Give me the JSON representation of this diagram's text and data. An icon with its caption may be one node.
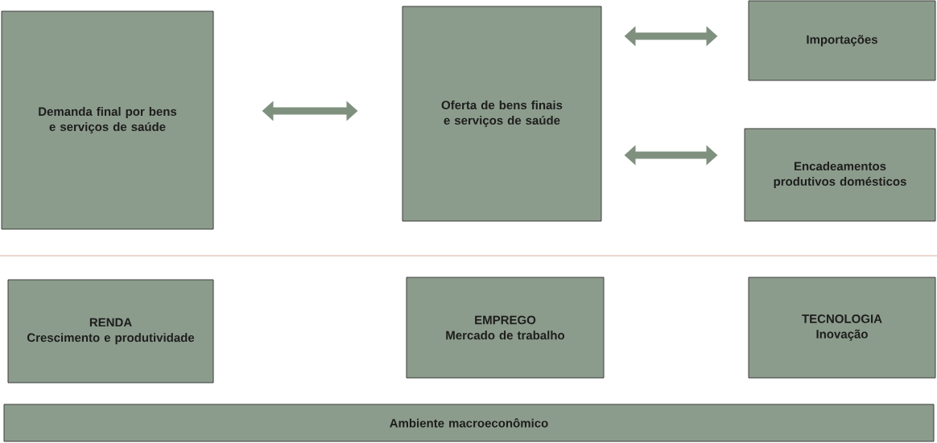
{
  "diagram": {
    "nodes": [
      {
        "text": [
          "Demanda final por bens e serviços de saúde"
        ]
      },
      {
        "text": [
          "Oferta de bens finais e serviços de saúde"
        ]
      },
      {
        "text": [
          "Importações"
        ]
      },
      {
        "text": [
          "Encadeamentos produtivos domésticos"
        ]
      },
      {
        "text": [
          "RENDA",
          "Crescimento e produtividade"
        ]
      },
      {
        "text": [
          "EMPREGO",
          "Mercado de trabalho"
        ]
      },
      {
        "text": [
          "TECNOLOGIA",
          "Inovação"
        ]
      },
      {
        "text": [
          "Ambiente macroeconômico"
        ]
      }
    ],
    "edges": [
      {
        "from": 0,
        "to": 1,
        "arrow": "both"
      },
      {
        "from": 1,
        "to": 2,
        "arrow": "both"
      },
      {
        "from": 1,
        "to": 3,
        "arrow": "both"
      }
    ]
  }
}
